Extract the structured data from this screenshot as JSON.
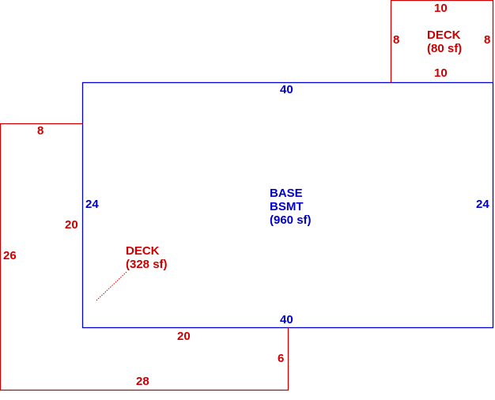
{
  "colors": {
    "deck": "#cc0000",
    "base": "#0000cc",
    "background": "#ffffff"
  },
  "areas": {
    "small_deck": {
      "name": "DECK",
      "area_label": "(80 sf)",
      "dims": {
        "top": "10",
        "left": "8",
        "right": "8",
        "bottom": "10"
      }
    },
    "base": {
      "name_line1": "BASE",
      "name_line2": "BSMT",
      "area_label": "(960 sf)",
      "dims": {
        "top": "40",
        "left": "24",
        "right": "24",
        "bottom": "40"
      }
    },
    "large_deck": {
      "name": "DECK",
      "area_label": "(328 sf)",
      "dims": {
        "top": "8",
        "inner_left": "20",
        "left": "26",
        "inner_bottom": "20",
        "step": "6",
        "bottom": "28"
      }
    }
  }
}
